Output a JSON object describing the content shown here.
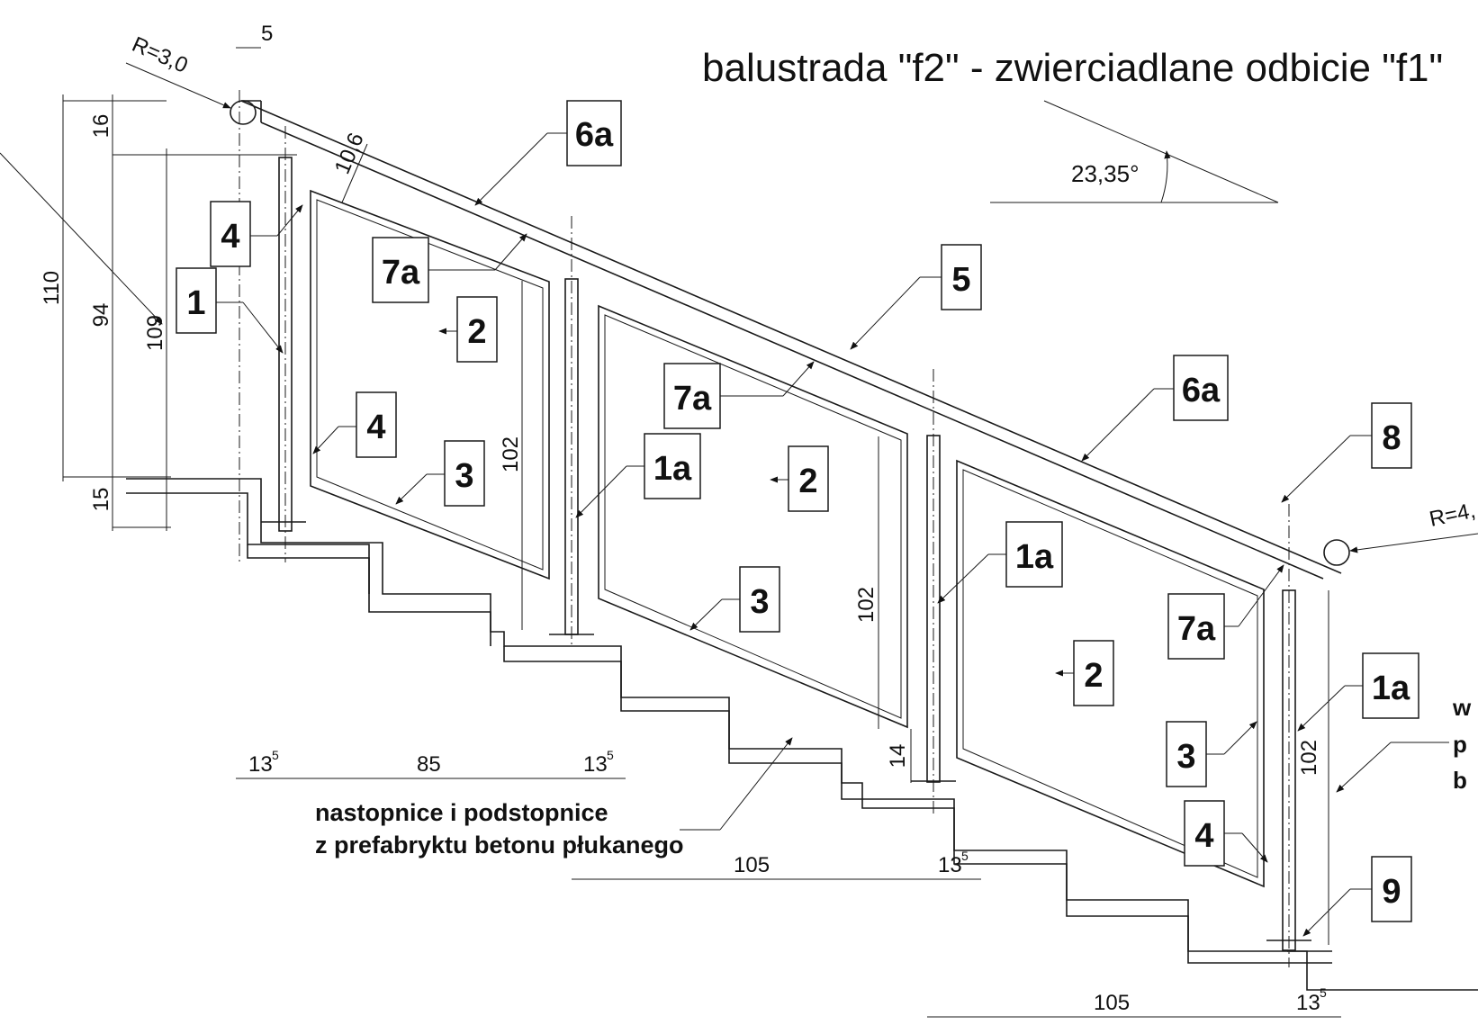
{
  "title": "balustrada \"f2\" - zwierciadlane odbicie \"f1\"",
  "angle_label": "23,35°",
  "radius_labels": {
    "top": "R=3,0",
    "bottom": "R=4,"
  },
  "dims": {
    "d5": "5",
    "d16": "16",
    "d110": "110",
    "d94": "94",
    "d109": "109",
    "d15": "15",
    "d10_6": "10,6",
    "d102a": "102",
    "d102b": "102",
    "d102c": "102",
    "d14": "14",
    "d13_5_a": "13",
    "d85": "85",
    "d13_5_b": "13",
    "d105_a": "105",
    "d13_5_c": "13",
    "d105_b": "105",
    "d13_5_d": "13",
    "sup": "5"
  },
  "note": {
    "line1": "nastopnice i podstopnice",
    "line2": "z prefabryktu betonu płukanego"
  },
  "edge_text": {
    "l1": "w",
    "l2": "p",
    "l3": "b"
  },
  "tags": {
    "t6a_1": "6a",
    "t4_1": "4",
    "t1": "1",
    "t7a_1": "7a",
    "t2_1": "2",
    "t4_2": "4",
    "t3_1": "3",
    "t5": "5",
    "t7a_2": "7a",
    "t1a_1": "1a",
    "t2_2": "2",
    "t3_2": "3",
    "t6a_2": "6a",
    "t8": "8",
    "t1a_2": "1a",
    "t7a_3": "7a",
    "t2_3": "2",
    "t1a_3": "1a",
    "t3_3": "3",
    "t4_3": "4",
    "t9": "9"
  }
}
